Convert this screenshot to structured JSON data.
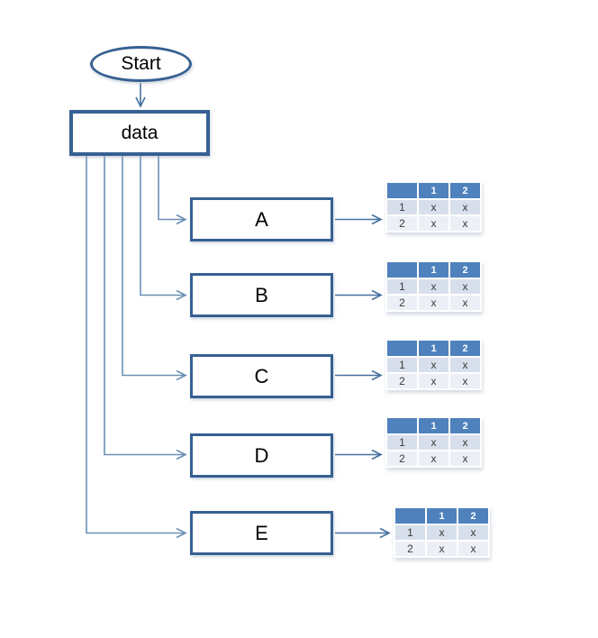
{
  "colors": {
    "canvas-bg": "#ffffff",
    "shape-border": "#376092",
    "connector-branch": "#6b8fb5",
    "connector-arrow": "#46709f",
    "table-header-bg": "#4f81bd",
    "table-header-text": "#ffffff",
    "table-row-odd-bg": "#d8dfec",
    "table-row-even-bg": "#ecf0f6",
    "label-text": "#000000",
    "table-cell-text": "#3a3a3a"
  },
  "flowchart": {
    "start_label": "Start",
    "data_label": "data",
    "nodes": [
      {
        "label": "A",
        "table": {
          "header": [
            "",
            "1",
            "2"
          ],
          "rows": [
            [
              "1",
              "x",
              "x"
            ],
            [
              "2",
              "x",
              "x"
            ]
          ]
        }
      },
      {
        "label": "B",
        "table": {
          "header": [
            "",
            "1",
            "2"
          ],
          "rows": [
            [
              "1",
              "x",
              "x"
            ],
            [
              "2",
              "x",
              "x"
            ]
          ]
        }
      },
      {
        "label": "C",
        "table": {
          "header": [
            "",
            "1",
            "2"
          ],
          "rows": [
            [
              "1",
              "x",
              "x"
            ],
            [
              "2",
              "x",
              "x"
            ]
          ]
        }
      },
      {
        "label": "D",
        "table": {
          "header": [
            "",
            "1",
            "2"
          ],
          "rows": [
            [
              "1",
              "x",
              "x"
            ],
            [
              "2",
              "x",
              "x"
            ]
          ]
        }
      },
      {
        "label": "E",
        "table": {
          "header": [
            "",
            "1",
            "2"
          ],
          "rows": [
            [
              "1",
              "x",
              "x"
            ],
            [
              "2",
              "x",
              "x"
            ]
          ]
        }
      }
    ]
  }
}
